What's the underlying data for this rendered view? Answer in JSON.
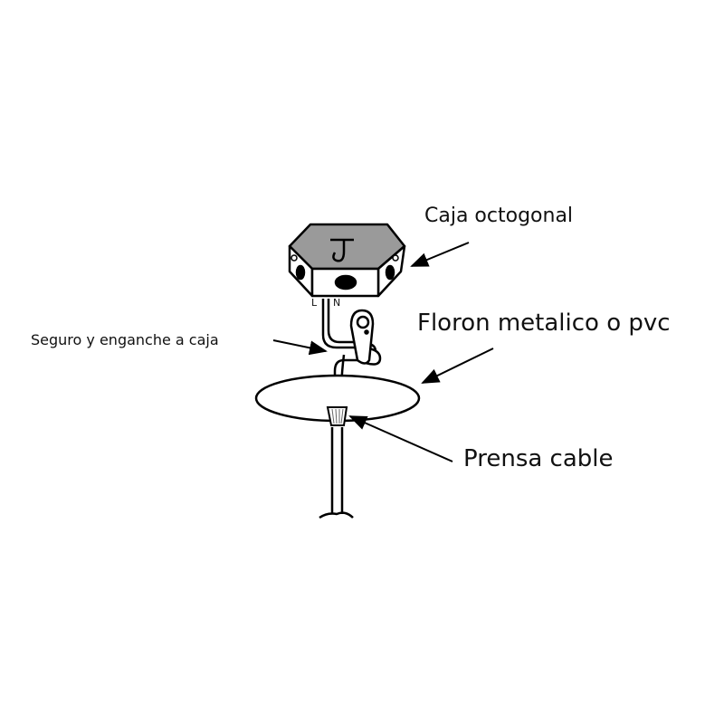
{
  "labels": {
    "box": "Caja octogonal",
    "canopy": "Floron metalico o pvc",
    "hook": "Seguro y enganche a caja",
    "gland": "Prensa cable",
    "live": "L",
    "neutral": "N"
  },
  "colors": {
    "box_top": "#9a9a9a",
    "line": "#000000"
  }
}
